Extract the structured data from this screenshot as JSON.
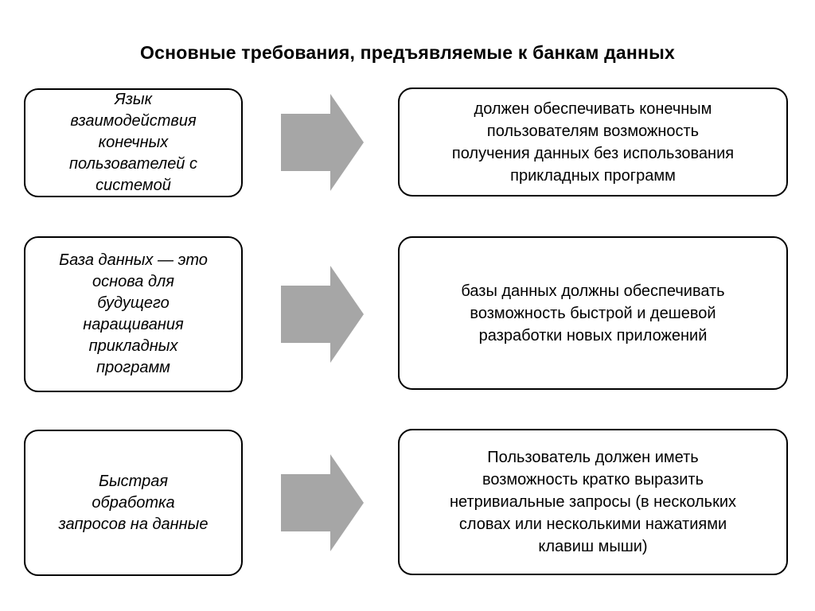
{
  "title": "Основные требования, предъявляемые к банкам данных",
  "rows": [
    {
      "left": "Язык\nвзаимодействия\nконечных\nпользователей с\nсистемой",
      "right": "должен обеспечивать конечным\nпользователям возможность\nполучения данных без использования\nприкладных программ"
    },
    {
      "left": "База данных — это\nоснова для\nбудущего\nнаращивания\nприкладных\nпрограмм",
      "right": "базы данных должны обеспечивать\nвозможность быстрой и дешевой\nразработки новых приложений"
    },
    {
      "left": "Быстрая\nобработка\nзапросов на данные",
      "right": "Пользователь должен иметь\nвозможность кратко выразить\nнетривиальные запросы (в нескольких\nсловах или несколькими нажатиями\nклавиш мыши)"
    }
  ],
  "colors": {
    "background": "#ffffff",
    "box_border": "#000000",
    "text": "#000000",
    "arrow": "#a6a6a6"
  }
}
